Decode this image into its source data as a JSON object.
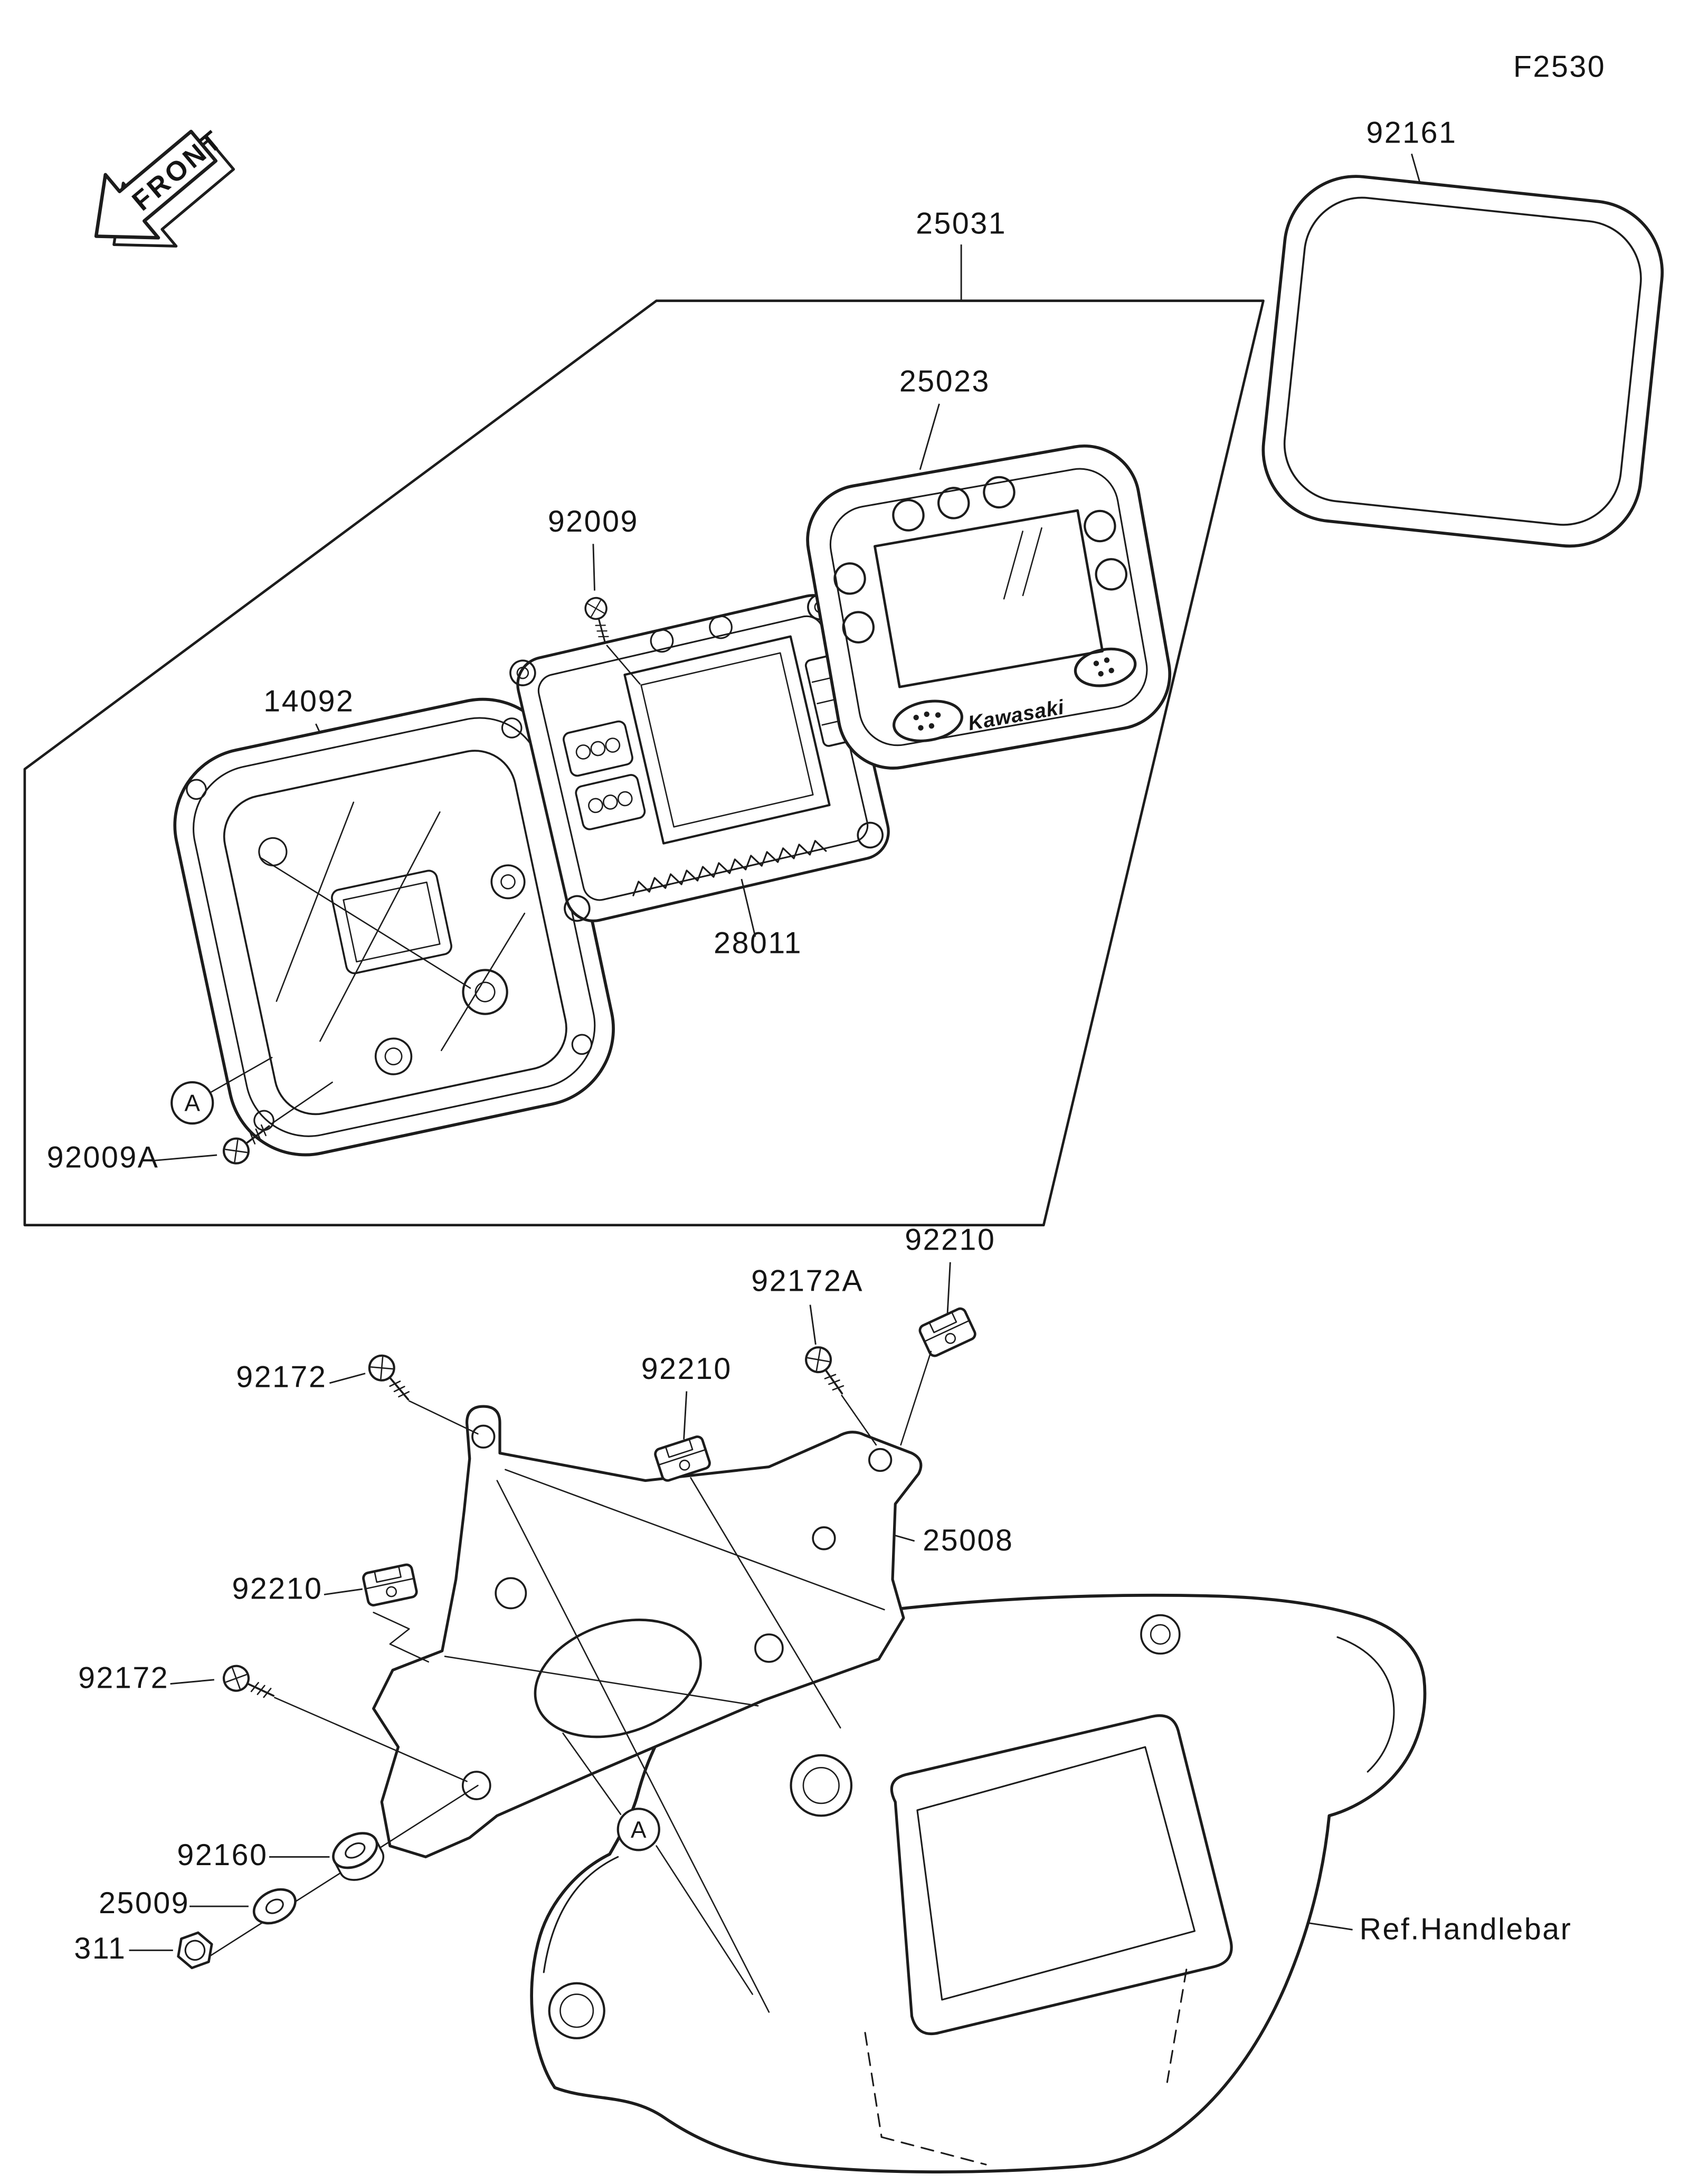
{
  "page": {
    "code": "F2530",
    "front_label": "FRONT",
    "ref_label": "Ref.Handlebar",
    "brand": "Kawasaki",
    "detail_marker": "A",
    "background_color": "#ffffff",
    "line_color": "#1c1c1c"
  },
  "callouts": {
    "meter_assembly": "25031",
    "meter_cover": "25023",
    "window_gasket": "92161",
    "cover_screw": "92009",
    "meter_case": "14092",
    "meter_unit": "28011",
    "case_screw": "92009A",
    "bracket": "25008",
    "damper_upper": "92210",
    "damper_center": "92210",
    "damper_lower": "92210",
    "tap_screw_a": "92172A",
    "tap_screw_upper": "92172",
    "tap_screw_lower": "92172",
    "grommet": "92160",
    "washer": "25009",
    "nut": "311"
  }
}
